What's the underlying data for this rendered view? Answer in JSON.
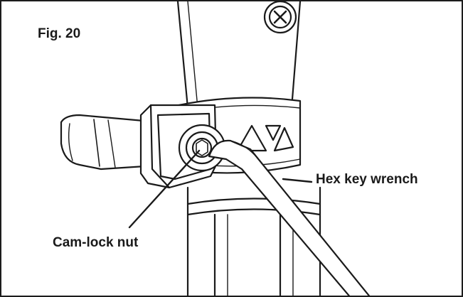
{
  "figure": {
    "title": "Fig. 20"
  },
  "callouts": {
    "hex_key_wrench": "Hex key wrench",
    "cam_lock_nut": "Cam-lock nut"
  },
  "colors": {
    "line": "#1a1a1a",
    "background": "#ffffff"
  }
}
